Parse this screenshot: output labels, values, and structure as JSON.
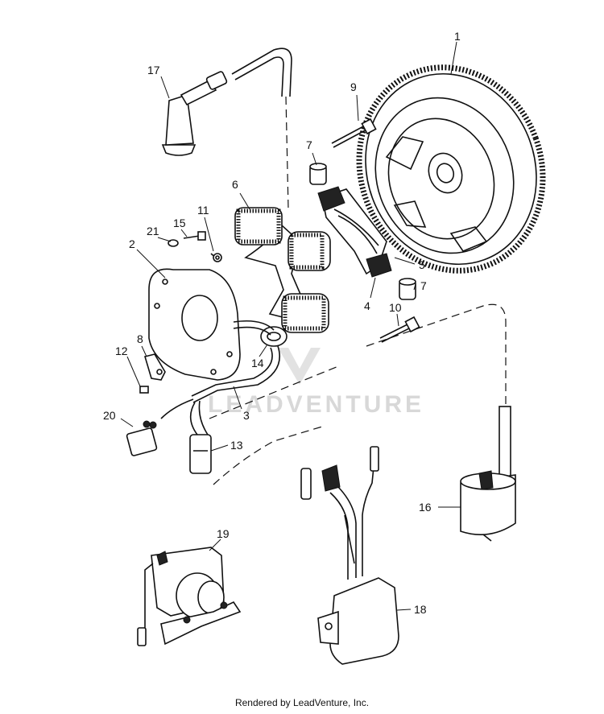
{
  "footer": "Rendered by LeadVenture, Inc.",
  "watermark": "LEADVENTURE",
  "callouts": [
    {
      "id": "1",
      "label": "1"
    },
    {
      "id": "2",
      "label": "2"
    },
    {
      "id": "3",
      "label": "3"
    },
    {
      "id": "4",
      "label": "4"
    },
    {
      "id": "5",
      "label": "5"
    },
    {
      "id": "6",
      "label": "6"
    },
    {
      "id": "7a",
      "label": "7"
    },
    {
      "id": "7b",
      "label": "7"
    },
    {
      "id": "8",
      "label": "8"
    },
    {
      "id": "9",
      "label": "9"
    },
    {
      "id": "10",
      "label": "10"
    },
    {
      "id": "11",
      "label": "11"
    },
    {
      "id": "12",
      "label": "12"
    },
    {
      "id": "13",
      "label": "13"
    },
    {
      "id": "14",
      "label": "14"
    },
    {
      "id": "15",
      "label": "15"
    },
    {
      "id": "16",
      "label": "16"
    },
    {
      "id": "17",
      "label": "17"
    },
    {
      "id": "18",
      "label": "18"
    },
    {
      "id": "19",
      "label": "19"
    },
    {
      "id": "20",
      "label": "20"
    },
    {
      "id": "21",
      "label": "21"
    }
  ]
}
